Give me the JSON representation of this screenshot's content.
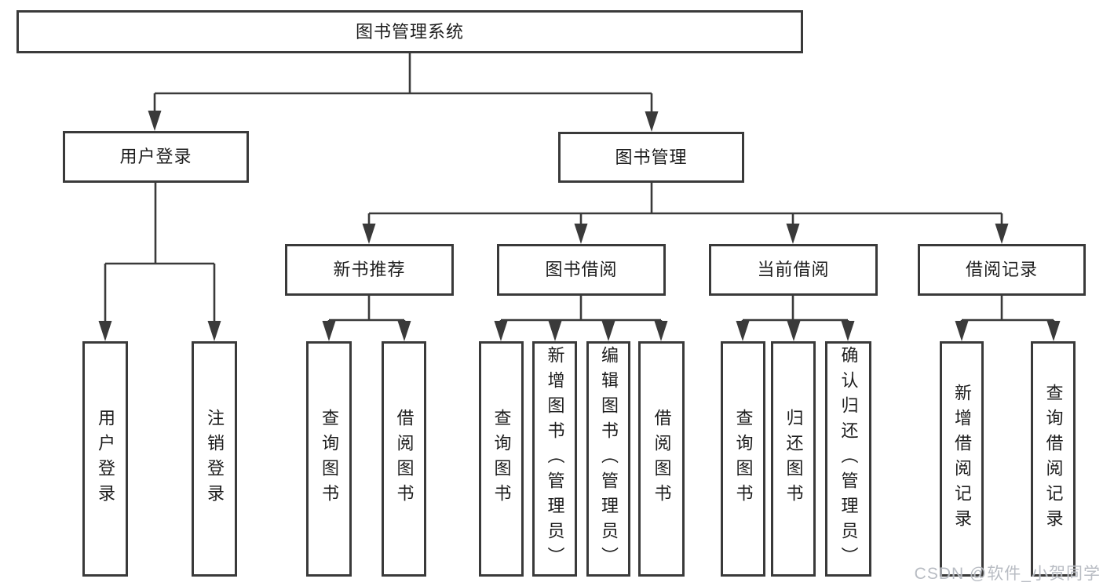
{
  "nodes": {
    "root": "图书管理系统",
    "level2": [
      "用户登录",
      "图书管理"
    ],
    "level3": [
      "新书推荐",
      "图书借阅",
      "当前借阅",
      "借阅记录"
    ],
    "leaves_user_login": [
      "用户登录",
      "注销登录"
    ],
    "leaves_new_book": [
      "查询图书",
      "借阅图书"
    ],
    "leaves_book_borrow": [
      "查询图书",
      "新增图书（管理员）",
      "编辑图书（管理员）",
      "借阅图书"
    ],
    "leaves_current_borrow": [
      "查询图书",
      "归还图书",
      "确认归还（管理员）"
    ],
    "leaves_borrow_record": [
      "新增借阅记录",
      "查询借阅记录"
    ]
  },
  "watermark": "CSDN @软件_小贺同学",
  "colors": {
    "line": "#3a3a3a",
    "text": "#1d1d1d",
    "watermark": "#b5b9c0",
    "background": "#ffffff"
  }
}
